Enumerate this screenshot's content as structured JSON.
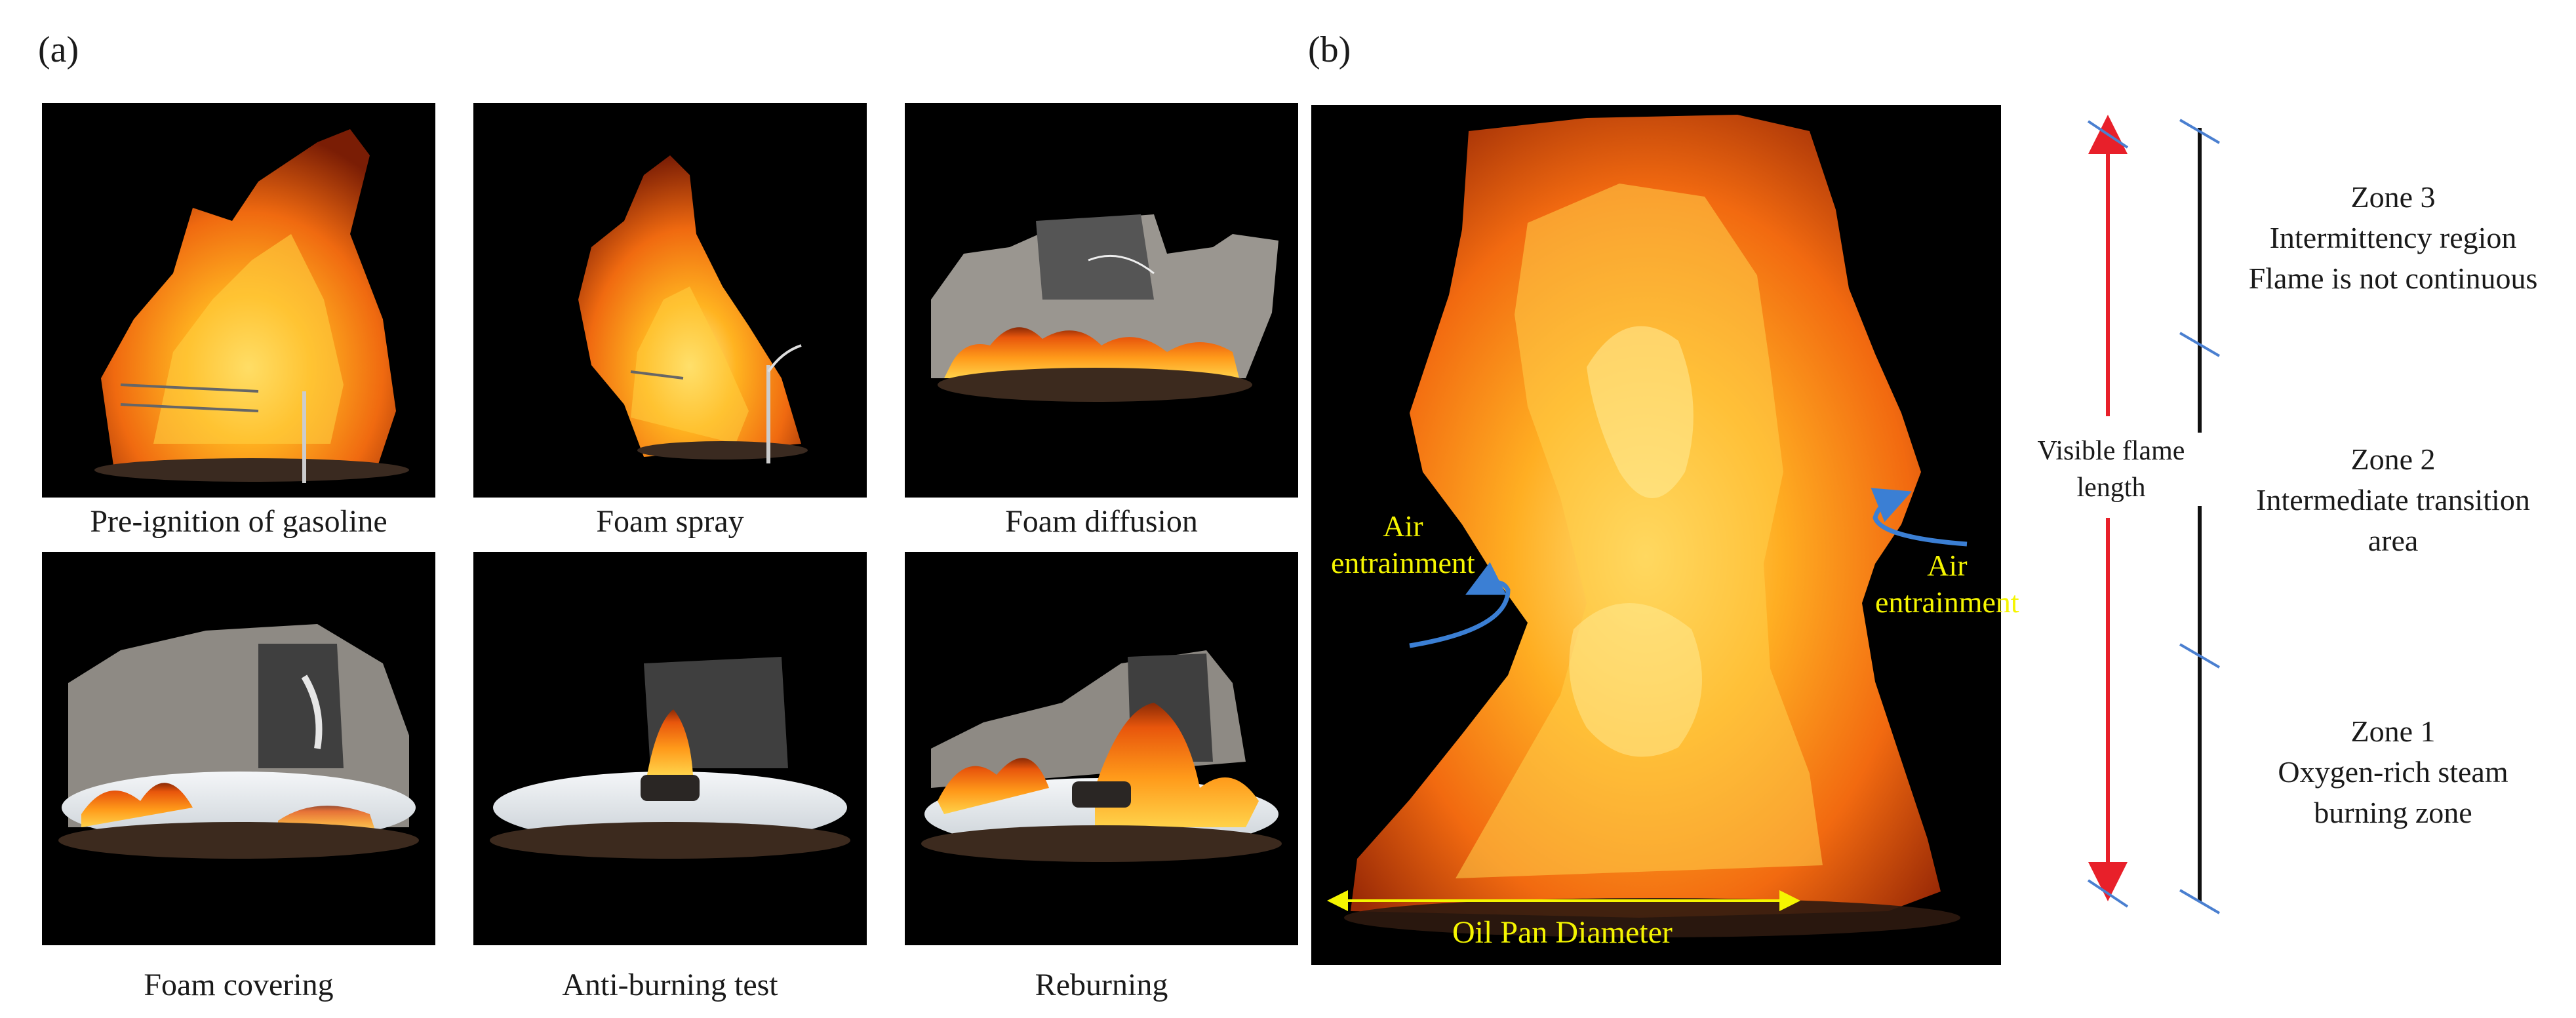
{
  "panel_a": {
    "label": "(a)",
    "photos": [
      {
        "caption": "Pre-ignition of gasoline",
        "icon": "pre-ignition-fire-photo"
      },
      {
        "caption": "Foam spray",
        "icon": "foam-spray-fire-photo"
      },
      {
        "caption": "Foam diffusion",
        "icon": "foam-diffusion-fire-photo"
      },
      {
        "caption": "Foam covering",
        "icon": "foam-covering-fire-photo"
      },
      {
        "caption": "Anti-burning test",
        "icon": "anti-burning-test-photo"
      },
      {
        "caption": "Reburning",
        "icon": "reburning-fire-photo"
      }
    ]
  },
  "panel_b": {
    "label": "(b)",
    "air_left_1": "Air",
    "air_left_2": "entrainment",
    "air_right_1": "Air",
    "air_right_2": "entrainment",
    "pan_label": "Oil Pan Diameter",
    "flame_length_1": "Visible flame",
    "flame_length_2": "length",
    "zones": [
      {
        "lines": [
          "Zone 3",
          "Intermittency region",
          "Flame is not continuous"
        ]
      },
      {
        "lines": [
          "Zone 2",
          "Intermediate transition",
          "area"
        ]
      },
      {
        "lines": [
          "Zone 1",
          "Oxygen-rich steam",
          "burning zone"
        ]
      }
    ],
    "colors": {
      "arrow_red": "#e8202a",
      "air_arrow_blue": "#3b7fd4",
      "label_yellow": "#f5f500",
      "tick_blue": "#4a7fd0"
    }
  }
}
